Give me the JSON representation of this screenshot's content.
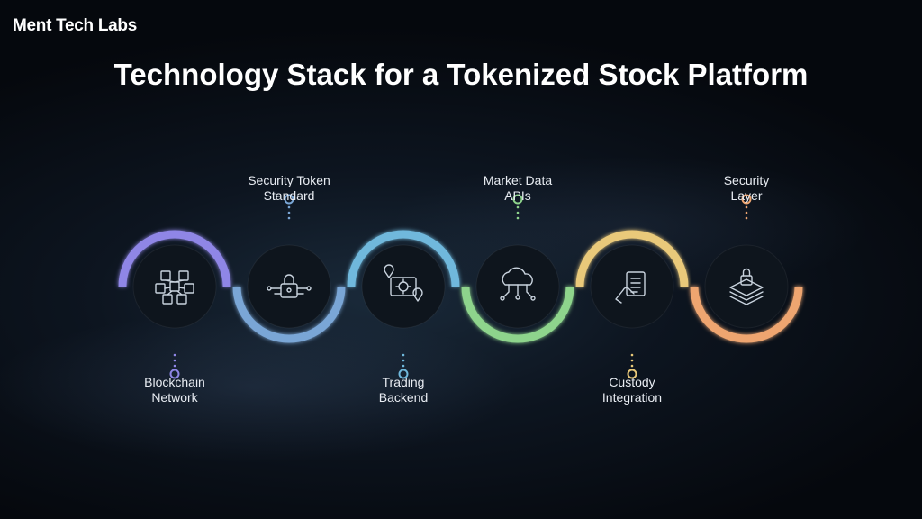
{
  "brand": {
    "name": "Ment Tech Labs"
  },
  "title": "Technology Stack for a Tokenized Stock Platform",
  "steps": [
    {
      "line1": "Blockchain",
      "line2": "Network",
      "icon": "blockchain-network-icon",
      "color": "#8f86e6",
      "arc": "top",
      "label_pos": "bottom"
    },
    {
      "line1": "Security Token",
      "line2": "Standard",
      "icon": "lock-circuit-icon",
      "color": "#7aa6d6",
      "arc": "bottom",
      "label_pos": "top"
    },
    {
      "line1": "Trading",
      "line2": "Backend",
      "icon": "trading-route-icon",
      "color": "#6fb8dc",
      "arc": "top",
      "label_pos": "bottom"
    },
    {
      "line1": "Market Data",
      "line2": "APIs",
      "icon": "cloud-network-icon",
      "color": "#8ed48c",
      "arc": "bottom",
      "label_pos": "top"
    },
    {
      "line1": "Custody",
      "line2": "Integration",
      "icon": "document-hand-icon",
      "color": "#e9c97a",
      "arc": "top",
      "label_pos": "bottom"
    },
    {
      "line1": "Security",
      "line2": "Layer",
      "icon": "lock-layers-icon",
      "color": "#eea570",
      "arc": "bottom",
      "label_pos": "top"
    }
  ]
}
